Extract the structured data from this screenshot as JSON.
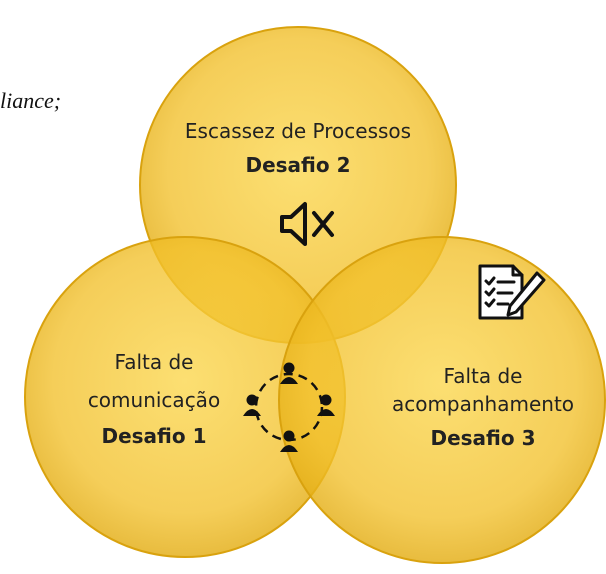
{
  "fragment": "liance;",
  "circles": {
    "top": {
      "title": "Escassez de Processos",
      "subtitle": "Desafio 2"
    },
    "left": {
      "title_line1": "Falta de",
      "title_line2": "comunicação",
      "subtitle": "Desafio 1"
    },
    "right": {
      "title_line1": "Falta de",
      "title_line2": "acompanhamento",
      "subtitle": "Desafio 3"
    }
  },
  "colors": {
    "circle_fill": "#F4C431",
    "circle_edge": "#D9A20E",
    "text": "#222222",
    "icon": "#111111"
  },
  "icons": [
    "mute-speaker-icon",
    "checklist-document-icon",
    "people-network-icon"
  ]
}
